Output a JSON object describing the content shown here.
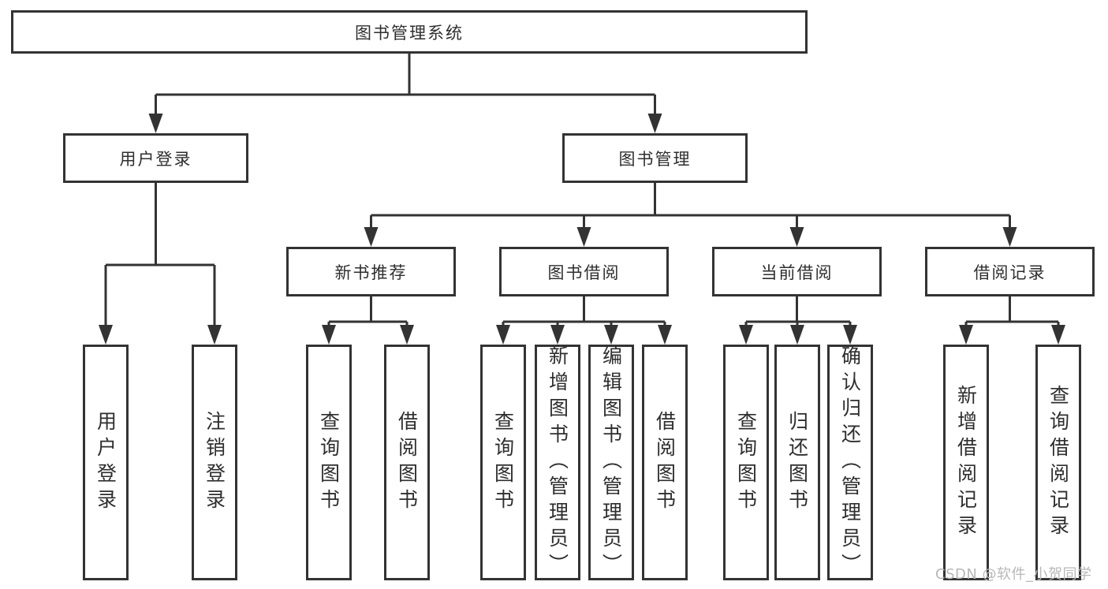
{
  "colors": {
    "line": "#333333",
    "box_border": "#333333",
    "box_fill": "#ffffff",
    "text": "#2e2e2e",
    "watermark": "#b8b8b8",
    "background": "#ffffff"
  },
  "watermark": {
    "text": "CSDN @软件_小贺同学"
  },
  "tree": {
    "root": {
      "label": "图书管理系统"
    },
    "level1": [
      {
        "label": "用户登录",
        "children": [
          {
            "label": "用户登录"
          },
          {
            "label": "注销登录"
          }
        ]
      },
      {
        "label": "图书管理",
        "children": [
          {
            "label": "新书推荐",
            "children": [
              {
                "label": "查询图书"
              },
              {
                "label": "借阅图书"
              }
            ]
          },
          {
            "label": "图书借阅",
            "children": [
              {
                "label": "查询图书"
              },
              {
                "label": "新增图书（管理员）"
              },
              {
                "label": "编辑图书（管理员）"
              },
              {
                "label": "借阅图书"
              }
            ]
          },
          {
            "label": "当前借阅",
            "children": [
              {
                "label": "查询图书"
              },
              {
                "label": "归还图书"
              },
              {
                "label": "确认归还（管理员）"
              }
            ]
          },
          {
            "label": "借阅记录",
            "children": [
              {
                "label": "新增借阅记录"
              },
              {
                "label": "查询借阅记录"
              }
            ]
          }
        ]
      }
    ]
  }
}
